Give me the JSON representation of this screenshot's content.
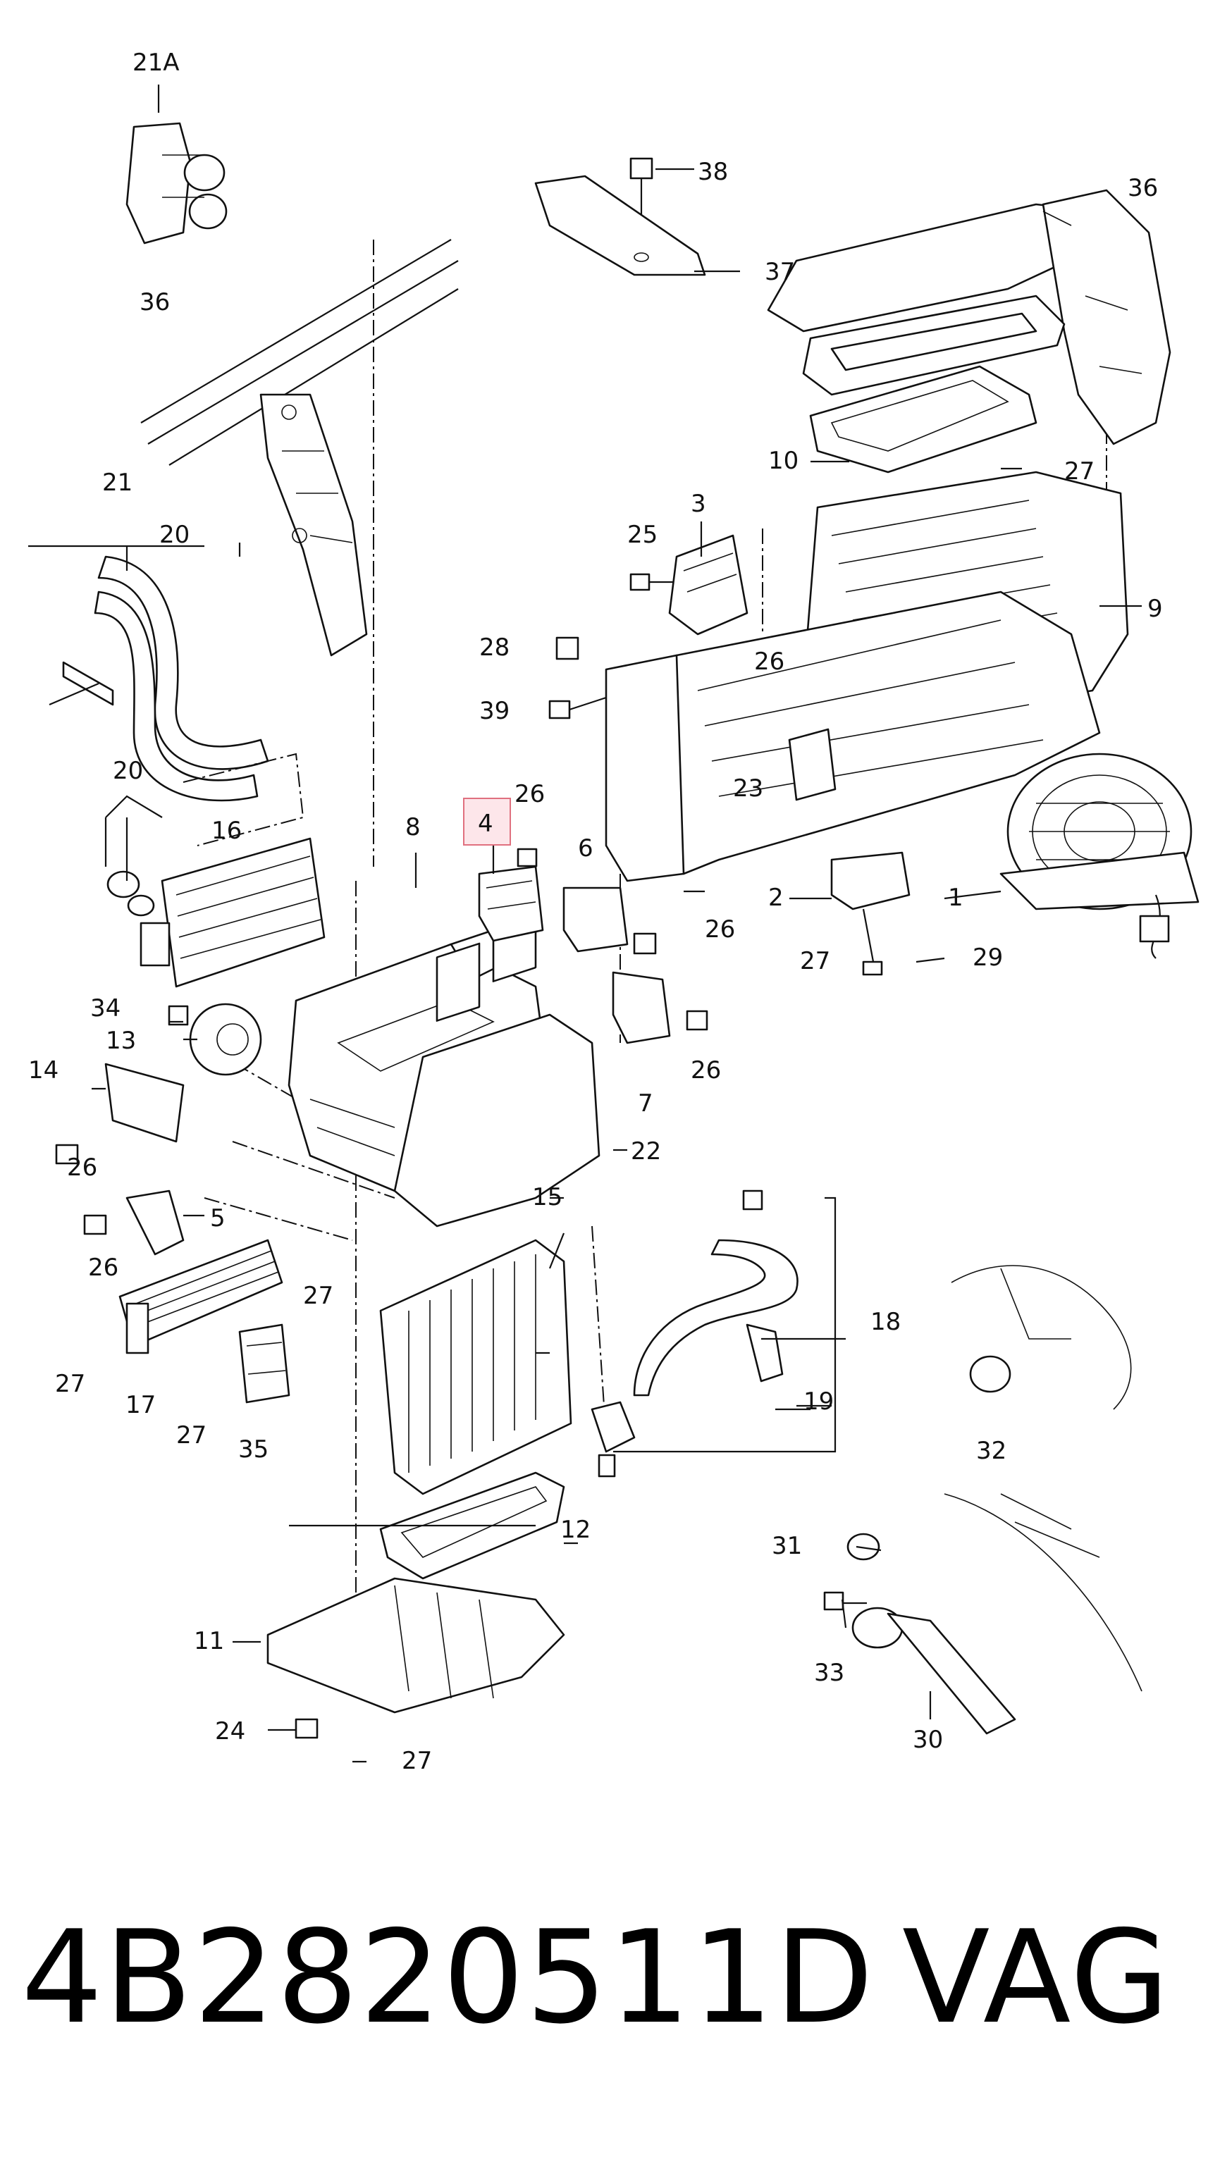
{
  "diagram": {
    "highlighted_callout": "4",
    "callouts": [
      "21A",
      "38",
      "36",
      "37",
      "36",
      "10",
      "27",
      "21",
      "20",
      "3",
      "25",
      "9",
      "28",
      "26",
      "39",
      "23",
      "20",
      "16",
      "8",
      "26",
      "4",
      "6",
      "2",
      "1",
      "26",
      "27",
      "29",
      "34",
      "13",
      "14",
      "26",
      "7",
      "26",
      "22",
      "5",
      "15",
      "26",
      "27",
      "18",
      "27",
      "17",
      "27",
      "35",
      "19",
      "32",
      "12",
      "31",
      "11",
      "33",
      "30",
      "24",
      "27"
    ]
  },
  "footer": {
    "part_number": "4B2820511D",
    "brand": "VAG"
  },
  "colors": {
    "line": "#111111",
    "highlight_fill": "#fde6ea",
    "highlight_stroke": "#e0707f"
  }
}
